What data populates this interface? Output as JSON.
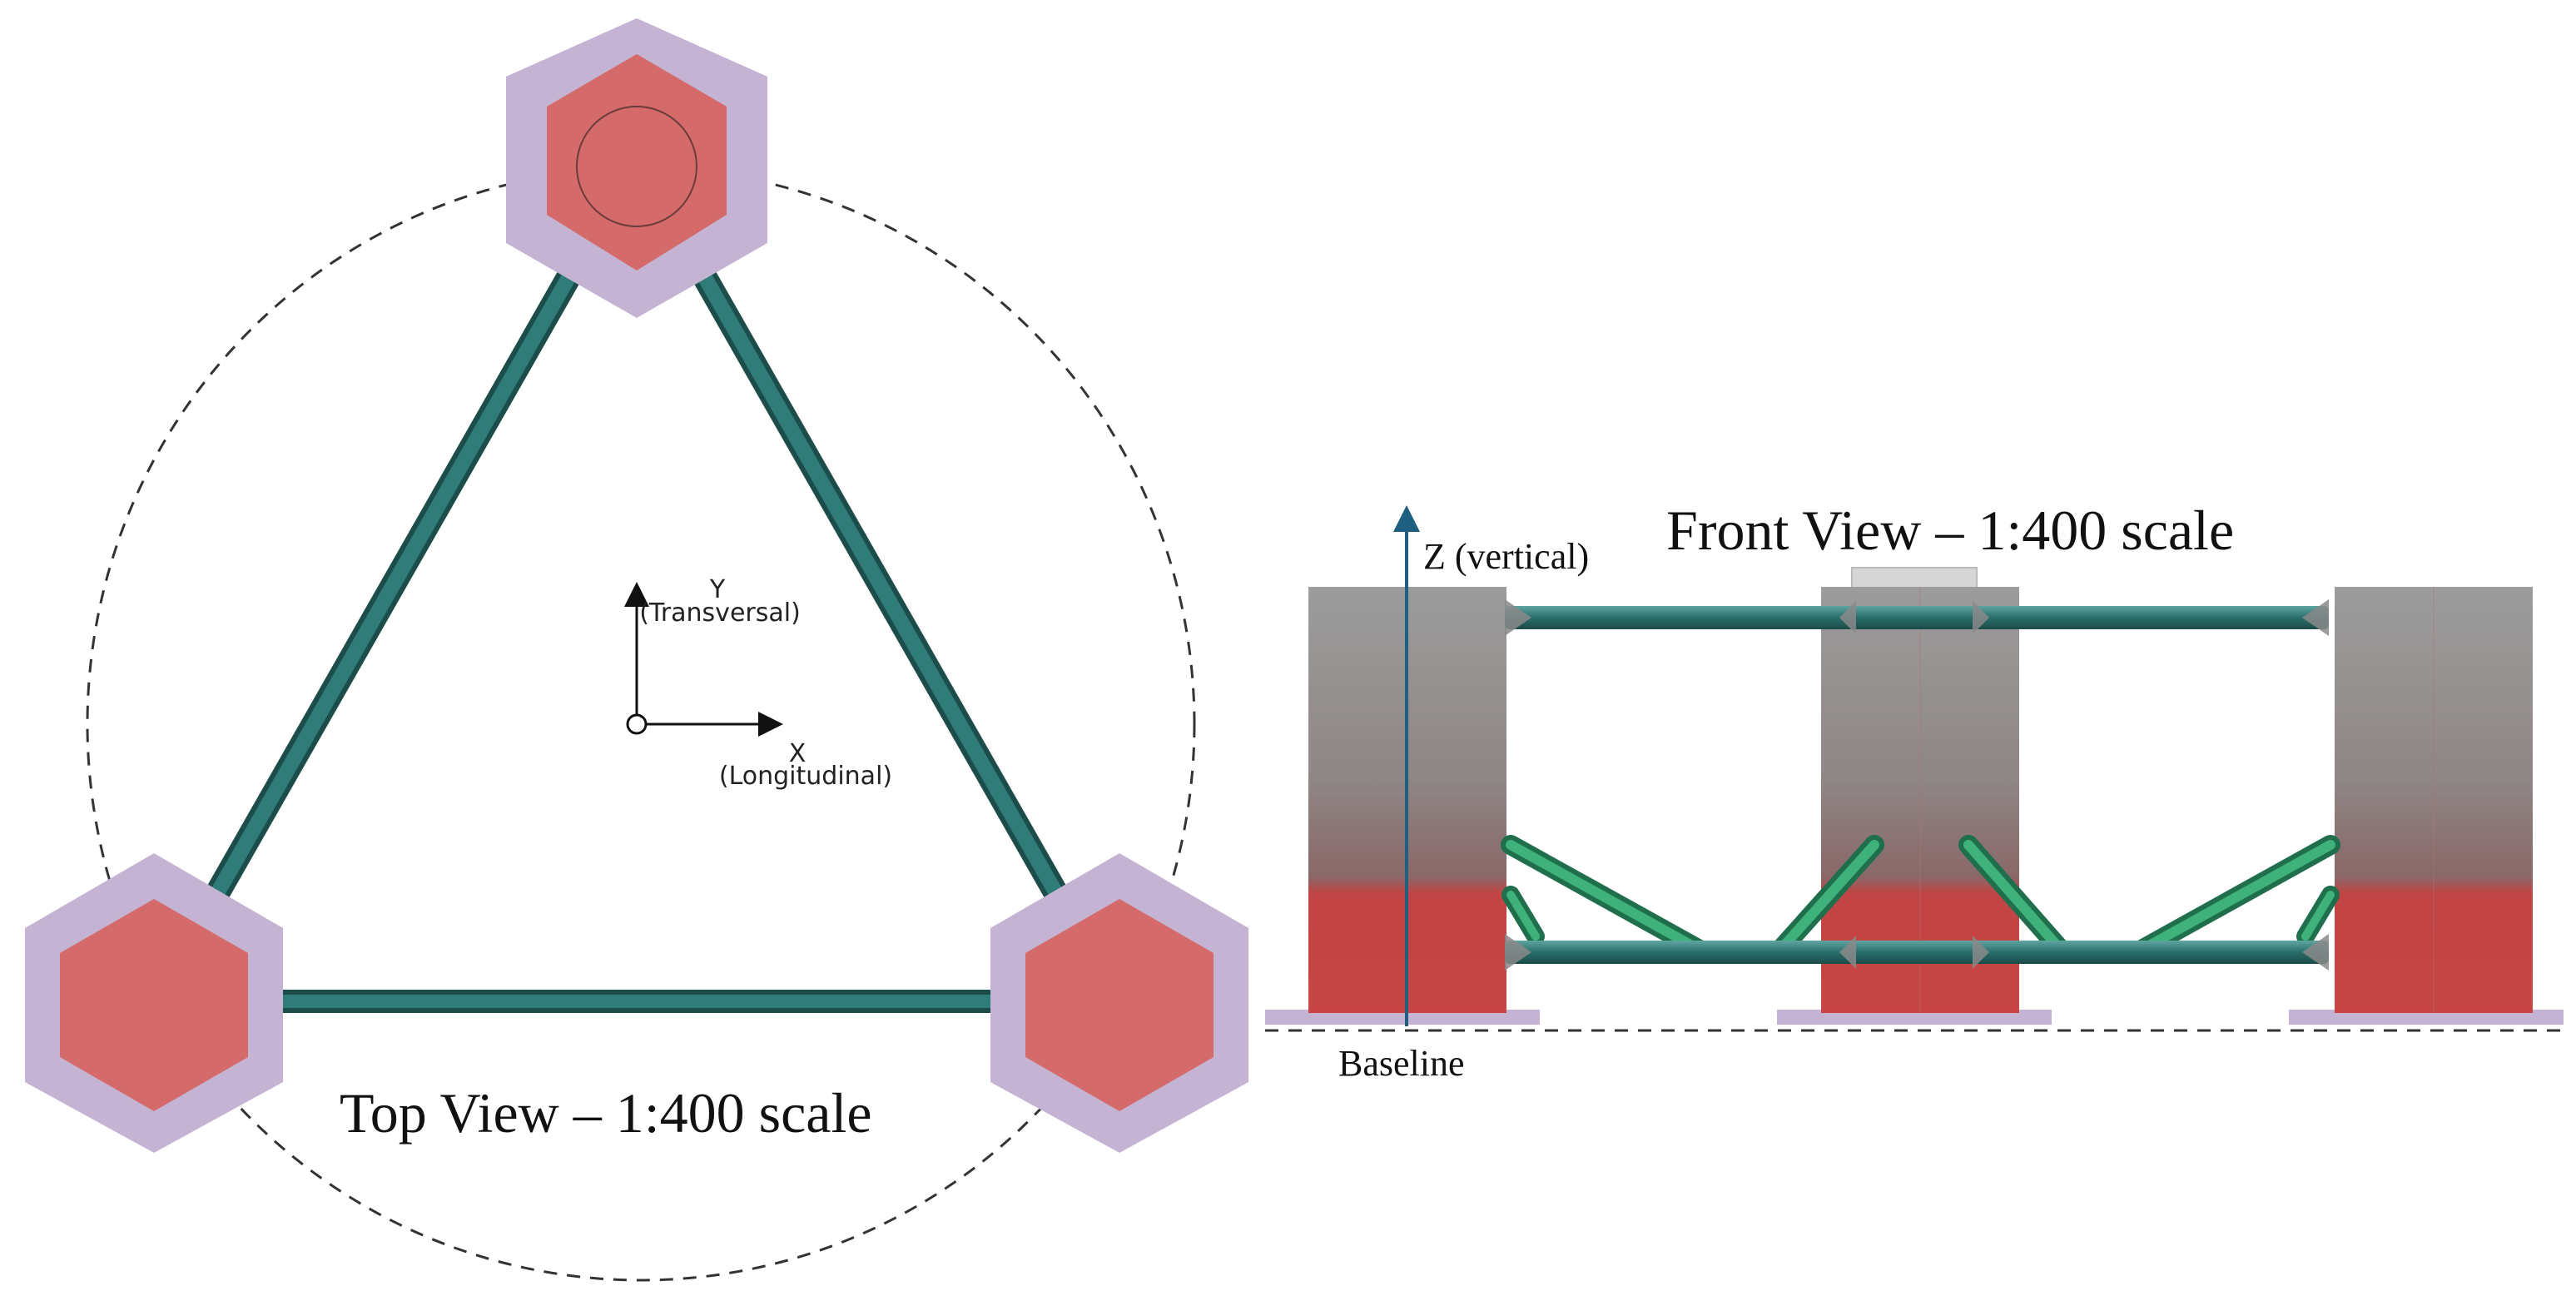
{
  "top_view": {
    "title": "Top View – 1:400 scale",
    "axis_y": "Y",
    "axis_y_name": "(Transversal)",
    "axis_x": "X",
    "axis_x_name": "(Longitudinal)",
    "colors": {
      "column": "#d46a69",
      "column_outline": "#c5b3d3",
      "brace": "#2a6e6b"
    }
  },
  "front_view": {
    "title": "Front View – 1:400 scale",
    "axis_z_label": "Z (vertical)",
    "baseline_label": "Baseline",
    "colors": {
      "column_top": "#9b9b9b",
      "column_bottom": "#c74444",
      "diagonal_brace": "#3aa875",
      "axis": "#1f5f80"
    }
  }
}
